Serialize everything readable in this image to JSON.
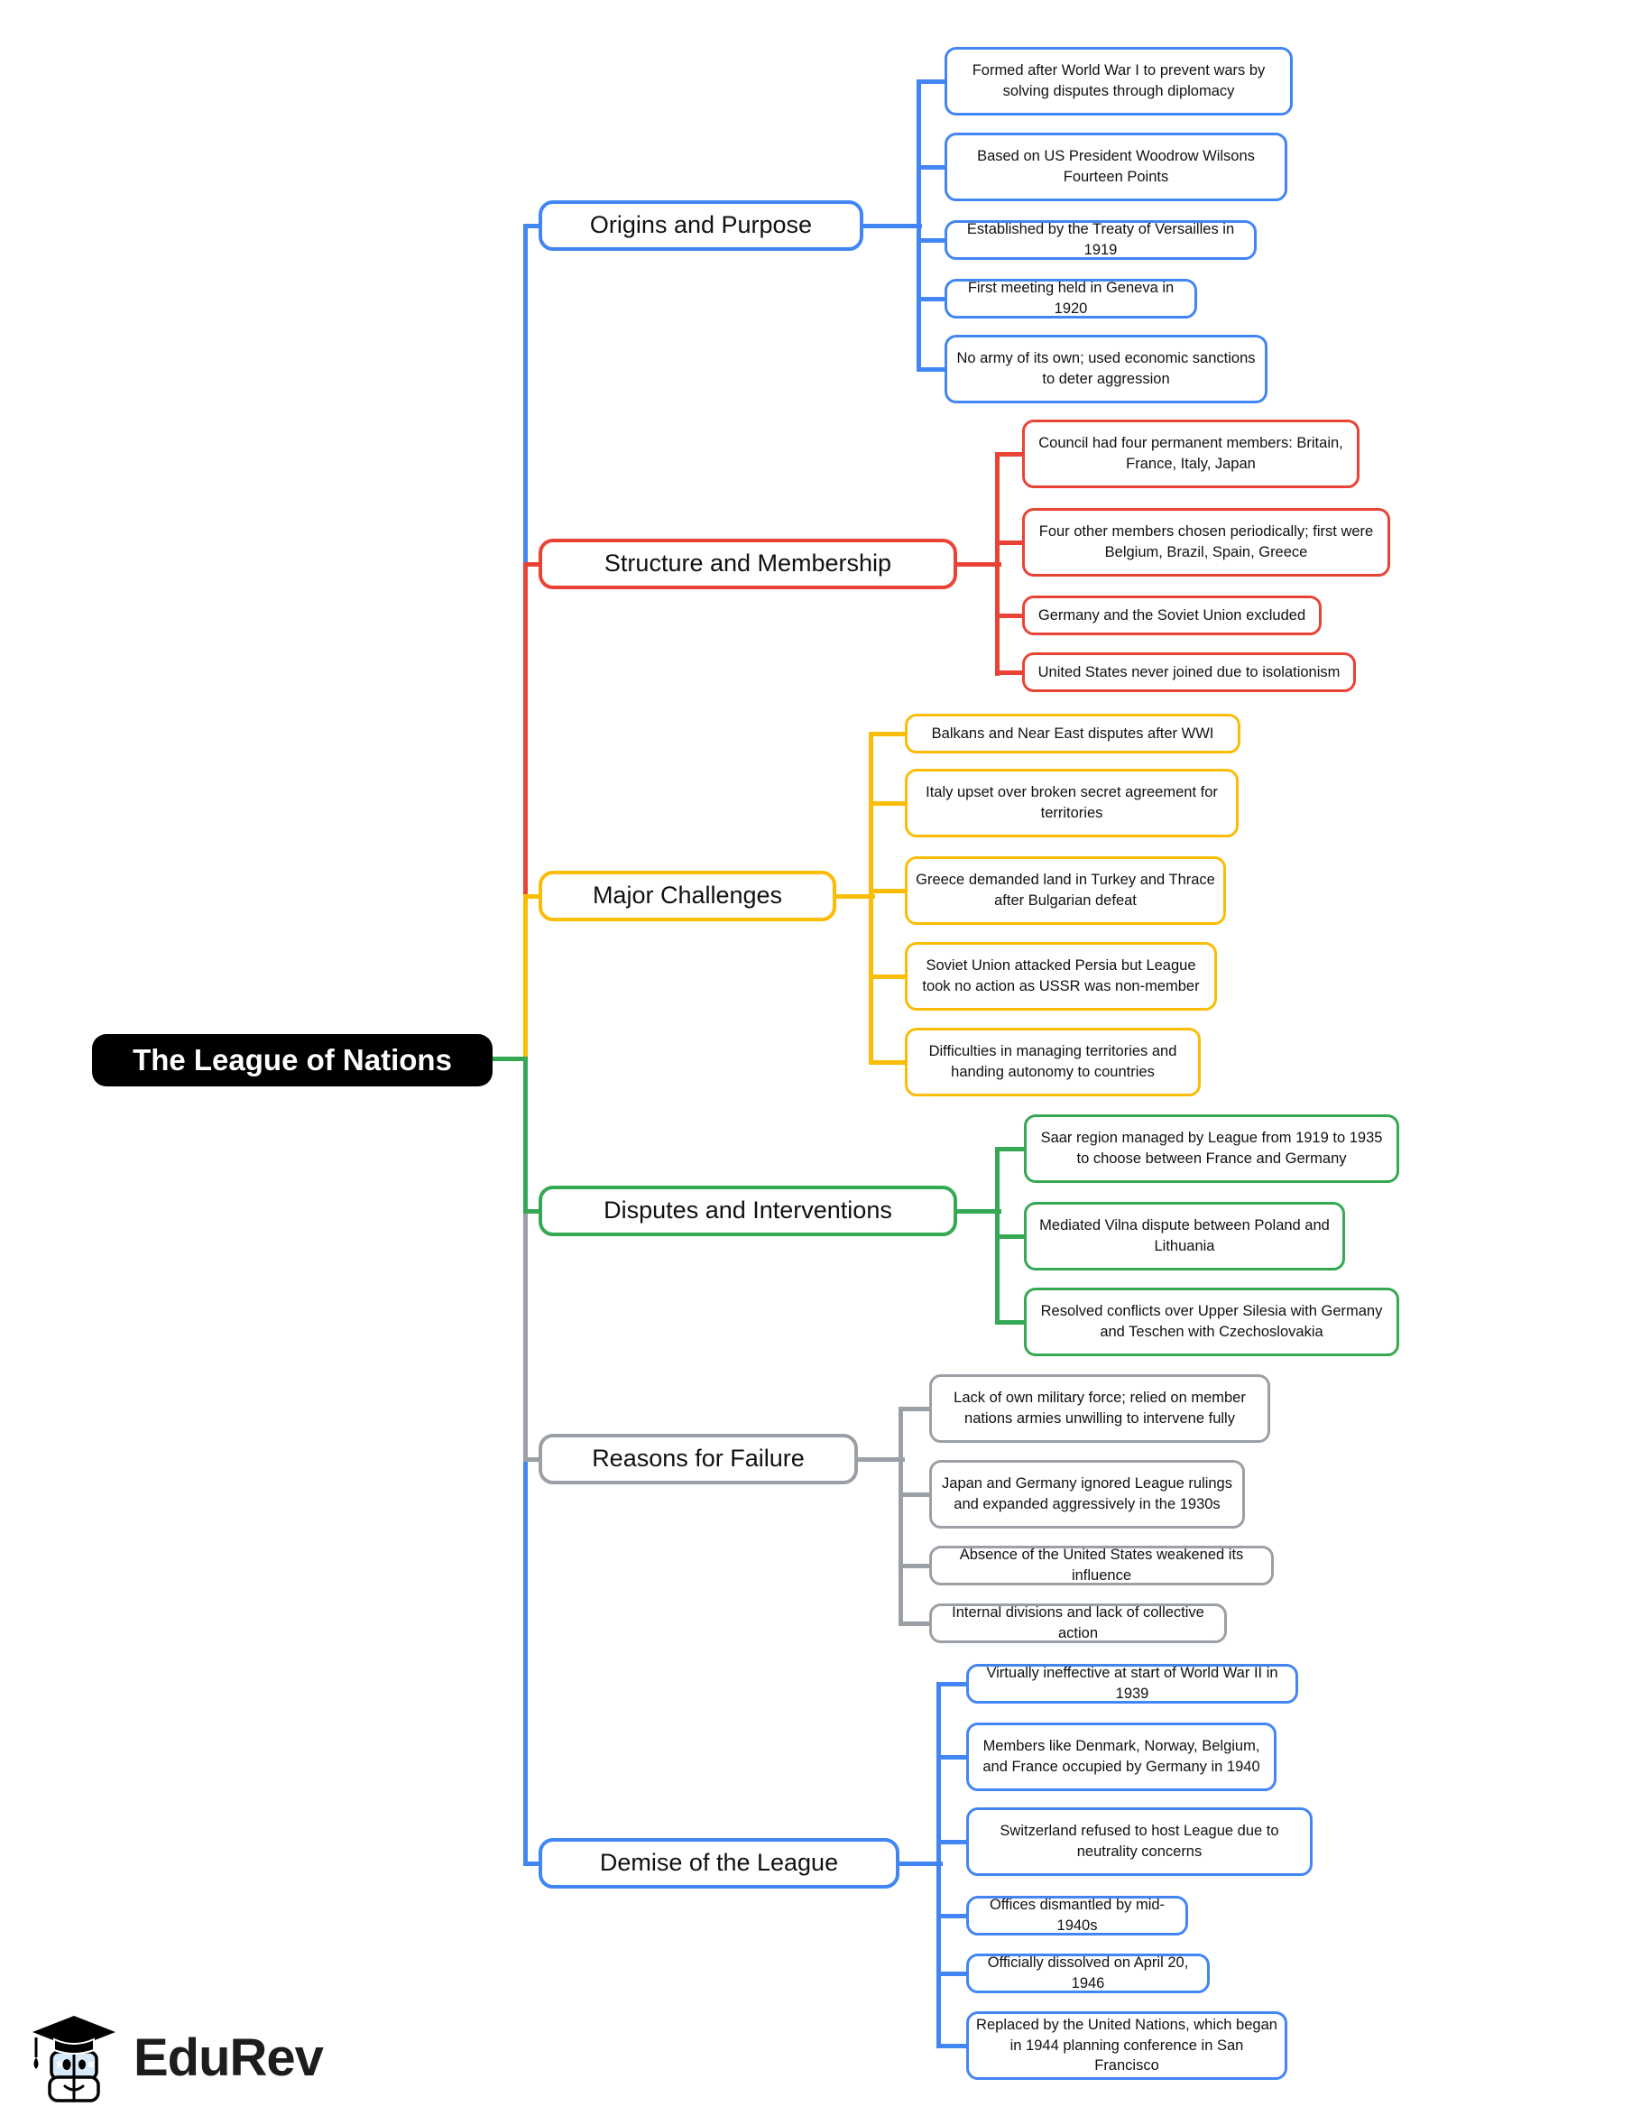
{
  "root": {
    "label": "The League of Nations"
  },
  "colors": {
    "blue": "#4285f4",
    "red": "#ea4335",
    "yellow": "#fbbc05",
    "green": "#34a853",
    "gray": "#9aa0a6",
    "root_bg": "#000000"
  },
  "branches": [
    {
      "label": "Origins and Purpose",
      "color": "#4285f4",
      "leaves": [
        "Formed after World War I to prevent wars by solving disputes through diplomacy",
        "Based on US President Woodrow Wilsons Fourteen Points",
        "Established by the Treaty of Versailles in 1919",
        "First meeting held in Geneva in 1920",
        "No army of its own; used economic sanctions to deter aggression"
      ]
    },
    {
      "label": "Structure and Membership",
      "color": "#ea4335",
      "leaves": [
        "Council had four permanent members: Britain, France, Italy, Japan",
        "Four other members chosen periodically; first were Belgium, Brazil, Spain, Greece",
        "Germany and the Soviet Union excluded",
        "United States never joined due to isolationism"
      ]
    },
    {
      "label": "Major Challenges",
      "color": "#fbbc05",
      "leaves": [
        "Balkans and Near East disputes after WWI",
        "Italy upset over broken secret agreement for territories",
        "Greece demanded land in Turkey and Thrace after Bulgarian defeat",
        "Soviet Union attacked Persia but League took no action as USSR was non-member",
        "Difficulties in managing territories and handing autonomy to countries"
      ]
    },
    {
      "label": "Disputes and Interventions",
      "color": "#34a853",
      "leaves": [
        "Saar region managed by League from 1919 to 1935 to choose between France and Germany",
        "Mediated Vilna dispute between Poland and Lithuania",
        "Resolved conflicts over Upper Silesia with Germany and Teschen with Czechoslovakia"
      ]
    },
    {
      "label": "Reasons for Failure",
      "color": "#9aa0a6",
      "leaves": [
        "Lack of own military force; relied on member nations armies unwilling to intervene fully",
        "Japan and Germany ignored League rulings and expanded aggressively in the 1930s",
        "Absence of the United States weakened its influence",
        "Internal divisions and lack of collective action"
      ]
    },
    {
      "label": "Demise of the League",
      "color": "#4285f4",
      "leaves": [
        "Virtually ineffective at start of World War II in 1939",
        "Members like Denmark, Norway, Belgium, and France occupied by Germany in 1940",
        "Switzerland refused to host League due to neutrality concerns",
        "Offices dismantled by mid-1940s",
        "Officially dissolved on April 20, 1946",
        "Replaced by the United Nations, which began in 1944 planning conference in San Francisco"
      ]
    }
  ],
  "logo": {
    "text": "EduRev"
  }
}
